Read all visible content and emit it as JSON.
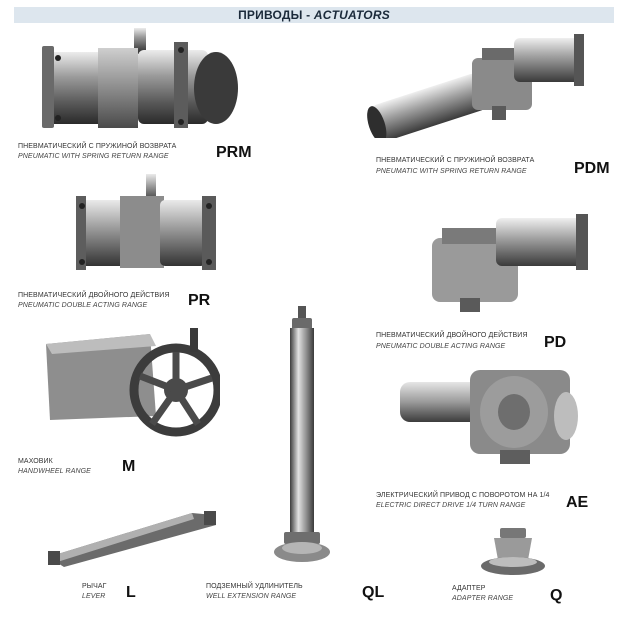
{
  "header": {
    "title_ru": "ПРИВОДЫ",
    "title_en": "ACTUATORS"
  },
  "items": [
    {
      "id": "prm",
      "code": "PRM",
      "label_ru": "ПНЕВМАТИЧЕСКИЙ С ПРУЖИНОЙ ВОЗВРАТА",
      "label_en": "PNEUMATIC WITH SPRING RETURN RANGE"
    },
    {
      "id": "pdm",
      "code": "PDM",
      "label_ru": "ПНЕВМАТИЧЕСКИЙ С ПРУЖИНОЙ ВОЗВРАТА",
      "label_en": "PNEUMATIC WITH SPRING RETURN RANGE"
    },
    {
      "id": "pr",
      "code": "PR",
      "label_ru": "ПНЕВМАТИЧЕСКИЙ ДВОЙНОГО ДЕЙСТВИЯ",
      "label_en": "PNEUMATIC DOUBLE ACTING RANGE"
    },
    {
      "id": "pd",
      "code": "PD",
      "label_ru": "ПНЕВМАТИЧЕСКИЙ ДВОЙНОГО ДЕЙСТВИЯ",
      "label_en": "PNEUMATIC DOUBLE ACTING RANGE"
    },
    {
      "id": "m",
      "code": "M",
      "label_ru": "МАХОВИК",
      "label_en": "HANDWHEEL RANGE"
    },
    {
      "id": "ae",
      "code": "AE",
      "label_ru": "ЭЛЕКТРИЧЕСКИЙ ПРИВОД С ПОВОРОТОМ НА 1/4",
      "label_en": "ELECTRIC DIRECT DRIVE 1/4 TURN RANGE"
    },
    {
      "id": "l",
      "code": "L",
      "label_ru": "РЫЧАГ",
      "label_en": "LEVER"
    },
    {
      "id": "ql",
      "code": "QL",
      "label_ru": "ПОДЗЕМНЫЙ УДЛИНИТЕЛЬ",
      "label_en": "WELL EXTENSION RANGE"
    },
    {
      "id": "q",
      "code": "Q",
      "label_ru": "АДАПТЕР",
      "label_en": "ADAPTER RANGE"
    }
  ]
}
